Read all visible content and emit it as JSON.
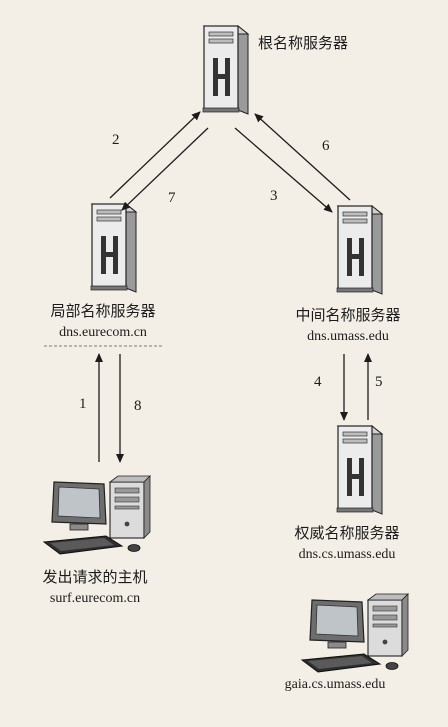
{
  "nodes": {
    "root": {
      "label": "根名称服务器"
    },
    "local": {
      "label": "局部名称服务器",
      "host": "dns.eurecom.cn"
    },
    "intermediate": {
      "label": "中间名称服务器",
      "host": "dns.umass.edu"
    },
    "authoritative": {
      "label": "权威名称服务器",
      "host": "dns.cs.umass.edu"
    },
    "requester": {
      "label": "发出请求的主机",
      "host": "surf.eurecom.cn"
    },
    "target": {
      "host": "gaia.cs.umass.edu"
    }
  },
  "steps": [
    "1",
    "2",
    "3",
    "4",
    "5",
    "6",
    "7",
    "8"
  ],
  "colors": {
    "background": "#f3efe6",
    "ink": "#1c1c1c",
    "server_light": "#ececec",
    "server_dark": "#8a8a8a"
  }
}
